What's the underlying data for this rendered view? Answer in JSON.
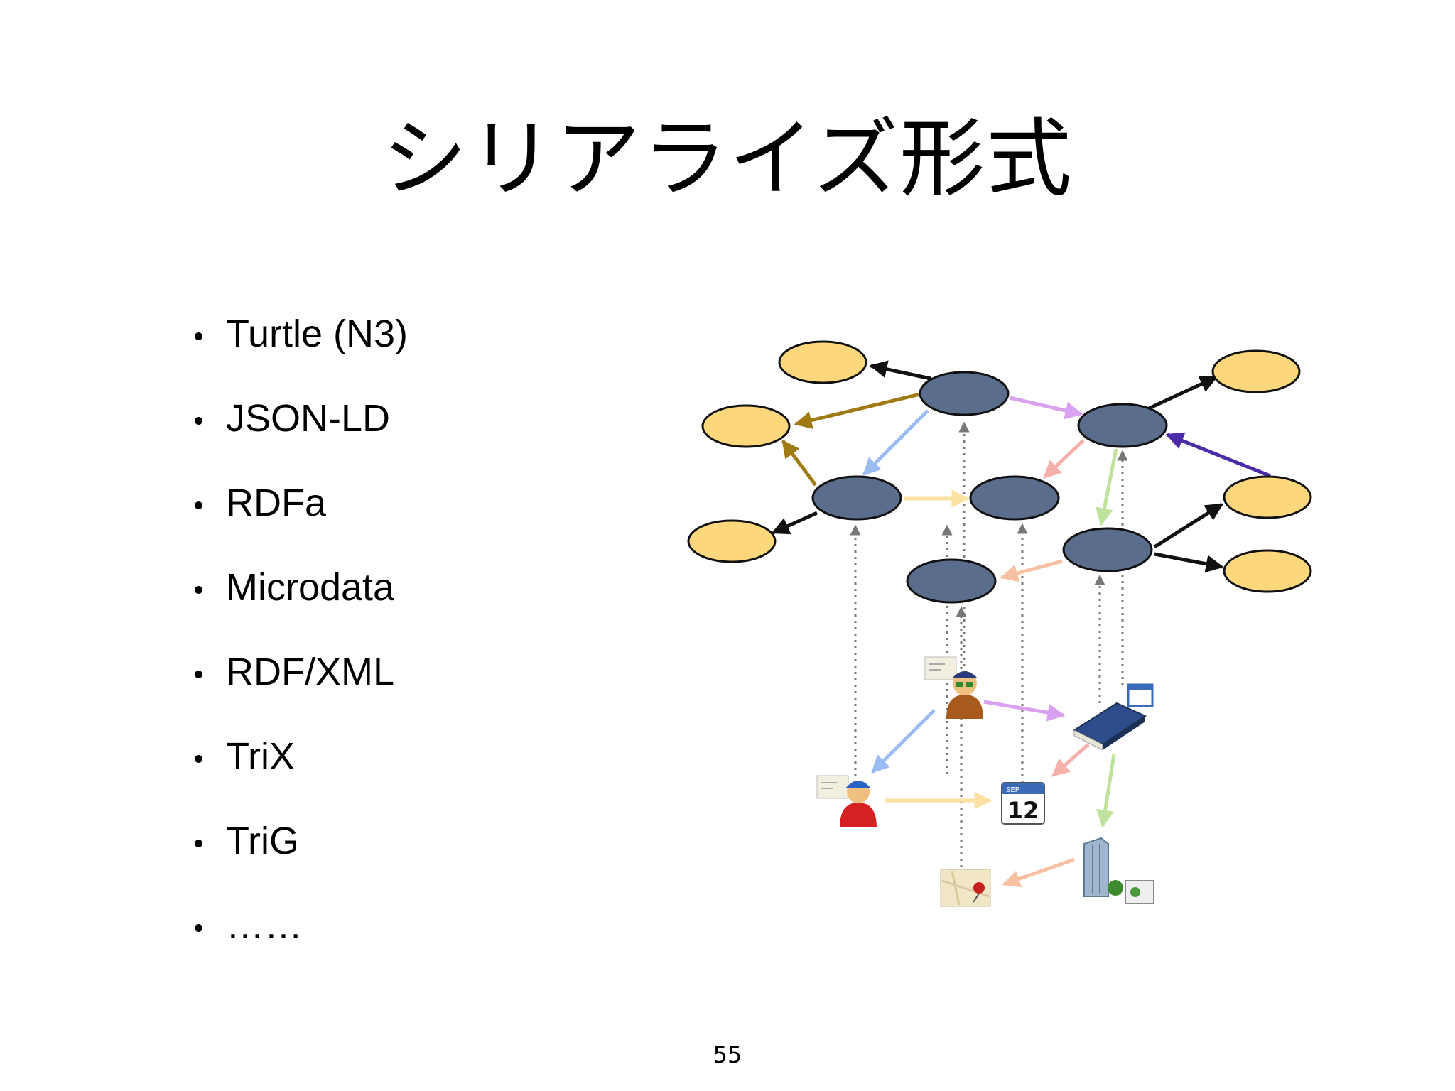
{
  "slide": {
    "title": "シリアライズ形式",
    "page_number": "55"
  },
  "formats": [
    "Turtle (N3)",
    "JSON-LD",
    "RDFa",
    "Microdata",
    "RDF/XML",
    "TriX",
    "TriG",
    "……"
  ],
  "diagram": {
    "calendar_icon": {
      "month": "SEP",
      "day": "12"
    },
    "colors": {
      "resource_node": "#5a6d8c",
      "literal_node": "#fdd77c",
      "arrow_black": "#111111",
      "arrow_brown": "#a07a12",
      "arrow_blue": "#9bbcf2",
      "arrow_purple": "#d9a1f0",
      "arrow_pink": "#f5b0aa",
      "arrow_green": "#bfe39c",
      "arrow_yellow": "#fbe2a0",
      "arrow_salmon": "#f8c0a2",
      "arrow_indigo": "#4c2ba8"
    },
    "icons": [
      "person-icon",
      "person-icon",
      "book-icon",
      "calendar-icon",
      "building-icon",
      "map-icon",
      "business-card-icon"
    ]
  }
}
